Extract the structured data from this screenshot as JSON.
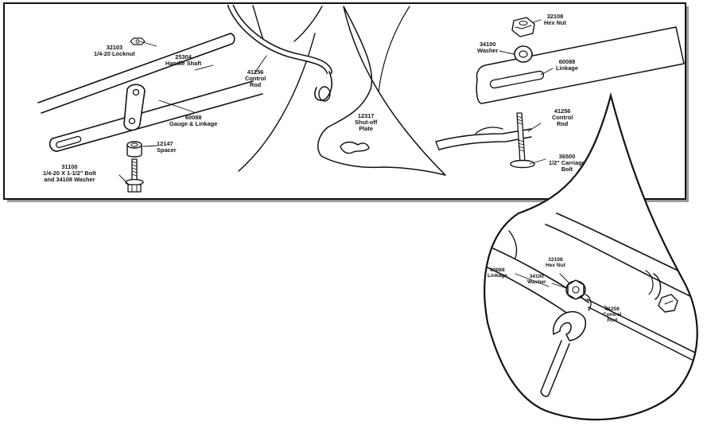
{
  "colors": {
    "ink": "#111111",
    "panel_fill": "#ffffff",
    "panel_shadow": "#9a9a9a",
    "part_fill": "#ffffff"
  },
  "callouts": {
    "locknut": {
      "part_no": "32103",
      "desc": "1/4-20 Locknut"
    },
    "handle_shaft": {
      "part_no": "25304",
      "desc": "Handle Shaft"
    },
    "control_rod_left": {
      "part_no": "41256",
      "line2": "Control",
      "line3": "Rod"
    },
    "gauge_linkage": {
      "part_no": "60088",
      "desc": "Gauge & Linkage"
    },
    "spacer": {
      "part_no": "12147",
      "desc": "Spacer"
    },
    "bolt": {
      "part_no": "31100",
      "line2": "1/4-20 X 1-1/2\" Bolt",
      "line3": "and 34108 Washer"
    },
    "shutoff_plate": {
      "part_no": "12317",
      "line2": "Shut-off",
      "line3": "Plate"
    },
    "hex_nut_top": {
      "part_no": "32108",
      "desc": "Hex Nut"
    },
    "washer_top": {
      "part_no": "34100",
      "desc": "Washer"
    },
    "linkage_top": {
      "part_no": "60088",
      "desc": "Linkage"
    },
    "control_rod_right": {
      "part_no": "41256",
      "line2": "Control",
      "line3": "Rod"
    },
    "carriage_bolt": {
      "part_no": "36500",
      "line2": "1/2\" Carriage",
      "line3": "Bolt"
    },
    "detail_linkage": {
      "part_no": "60088",
      "desc": "Linkage"
    },
    "detail_hex_nut": {
      "part_no": "32108",
      "desc": "Hex Nut"
    },
    "detail_washer": {
      "part_no": "34100",
      "desc": "Washer"
    },
    "detail_control_rod": {
      "part_no": "41256",
      "line2": "Control",
      "line3": "Rod"
    }
  }
}
